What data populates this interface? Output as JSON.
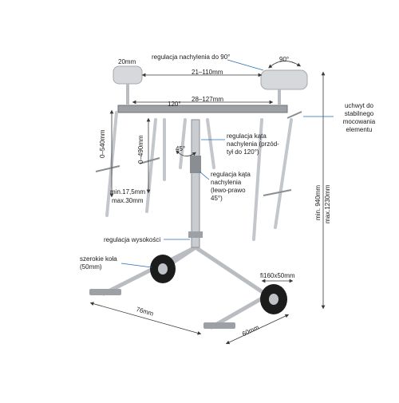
{
  "colors": {
    "frame": "#c9ccd0",
    "frame_dark": "#8a8e93",
    "roller": "#d6d8db",
    "dim_line": "#3a3a3a",
    "callout_line": "#1f6fb8",
    "wheel": "#1c1c1c",
    "hub": "#bfc3c7"
  },
  "labels": {
    "roller_width": "20mm",
    "tilt_top": "regulacja nachylenia do 90°",
    "angle_90": "90°",
    "roller_spacing": "21–110mm",
    "arm_span": "28–127mm",
    "angle_120": "120°",
    "angle_45": "45°",
    "bracket_note": "uchwyt do stabilnego mocowania elementu",
    "tilt_front_back": "regulacja kąta nachylenia (przód-tył do 120°)",
    "tilt_left_right": "regulacja kąta nachylenia (lewo-prawo 45°)",
    "arm_range_a": "0–540mm",
    "arm_range_b": "0–490mm",
    "min_width": "min.17,5mm",
    "max_width": "max.30mm",
    "height_min": "min. 940mm",
    "height_max": "max.1230mm",
    "height_adjust": "regulacja wysokości",
    "wide_wheels": "szerokie koła (50mm)",
    "wheel_size": "fi160x50mm",
    "base_length": "76mm",
    "base_width": "60mm"
  }
}
